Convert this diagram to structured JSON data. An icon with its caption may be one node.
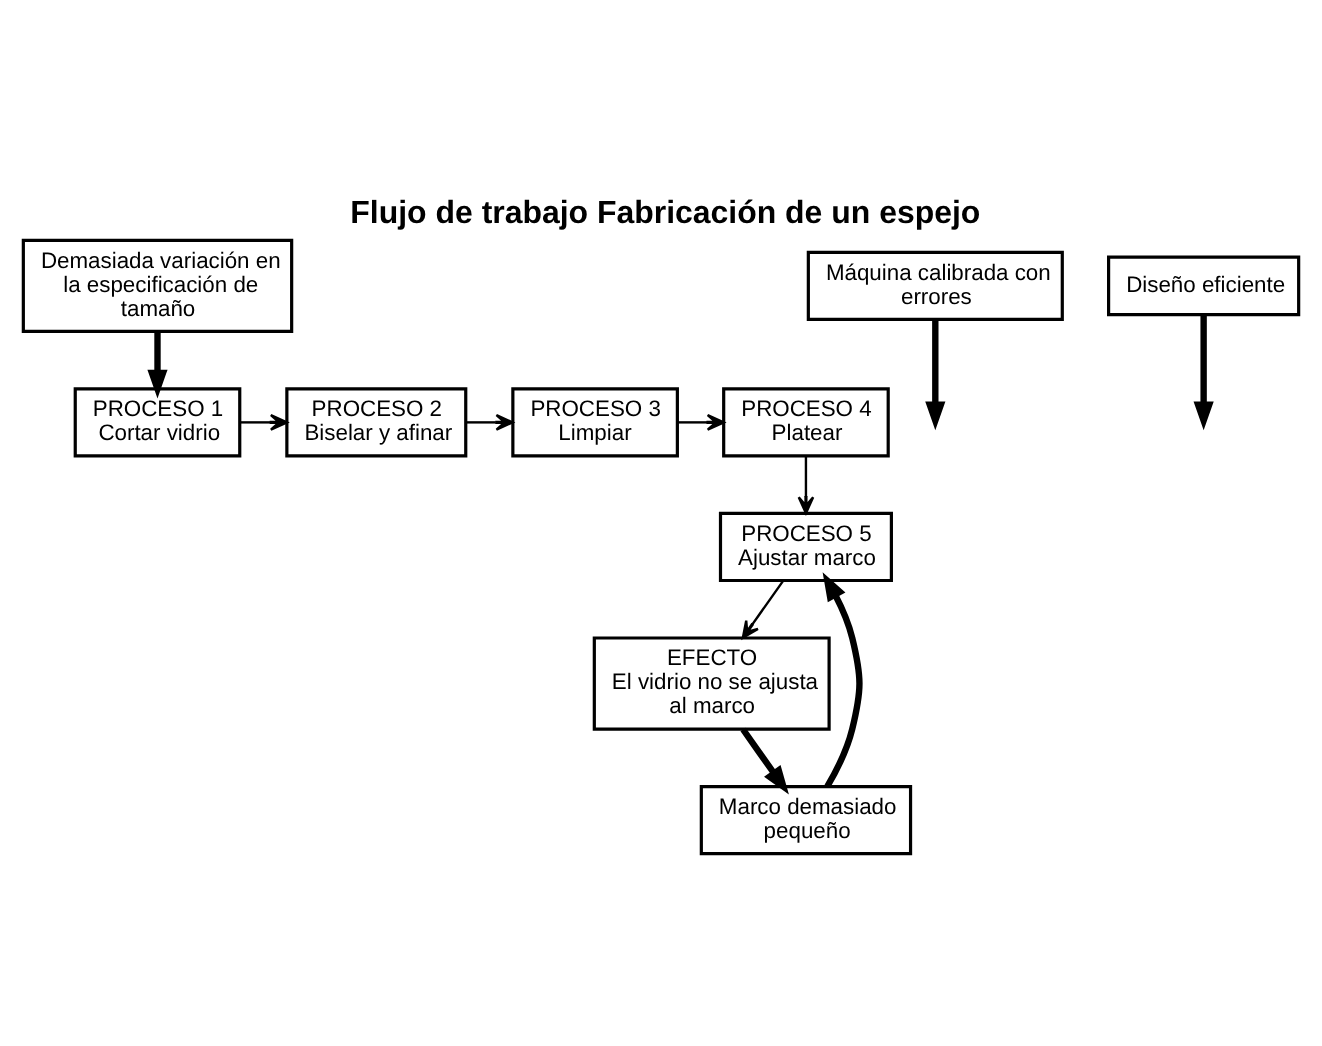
{
  "diagram": {
    "title": "Flujo de trabajo Fabricación de un espejo",
    "nodes": [
      {
        "text": [
          "PROCESO 1",
          "Cortar vidrio"
        ]
      },
      {
        "text": [
          "PROCESO 2",
          "Biselar y afinar"
        ]
      },
      {
        "text": [
          "PROCESO 3",
          "Limpiar"
        ]
      },
      {
        "text": [
          "PROCESO 4",
          "Platear"
        ]
      },
      {
        "text": [
          "PROCESO 5",
          "Ajustar marco"
        ]
      },
      {
        "text": [
          "Máquina calibrada con errores"
        ]
      },
      {
        "text": [
          "Diseño eficiente"
        ]
      },
      {
        "text": [
          "Demasiada variación en la especificación de tamaño"
        ]
      },
      {
        "text": [
          "Marco demasiado pequeño"
        ]
      },
      {
        "text": [
          "EFECTO",
          "El vidrio no se ajusta al marco"
        ]
      }
    ],
    "edges": [
      {
        "from": 0,
        "to": 1,
        "arrow": "to"
      },
      {
        "from": 1,
        "to": 2,
        "arrow": "to"
      },
      {
        "from": 2,
        "to": 3,
        "arrow": "to"
      },
      {
        "from": 3,
        "to": 4,
        "arrow": "to"
      },
      {
        "from": 4,
        "to": 9,
        "arrow": "to"
      },
      {
        "from": 7,
        "to": 0,
        "arrow": "to",
        "style": "thick"
      },
      {
        "from": 5,
        "to": null,
        "arrow": "to",
        "style": "thick"
      },
      {
        "from": 6,
        "to": null,
        "arrow": "to",
        "style": "thick"
      },
      {
        "from": 8,
        "to": 4,
        "arrow": "to",
        "style": "thick"
      },
      {
        "from": 9,
        "to": 8,
        "arrow": "to",
        "style": "thick"
      }
    ]
  }
}
